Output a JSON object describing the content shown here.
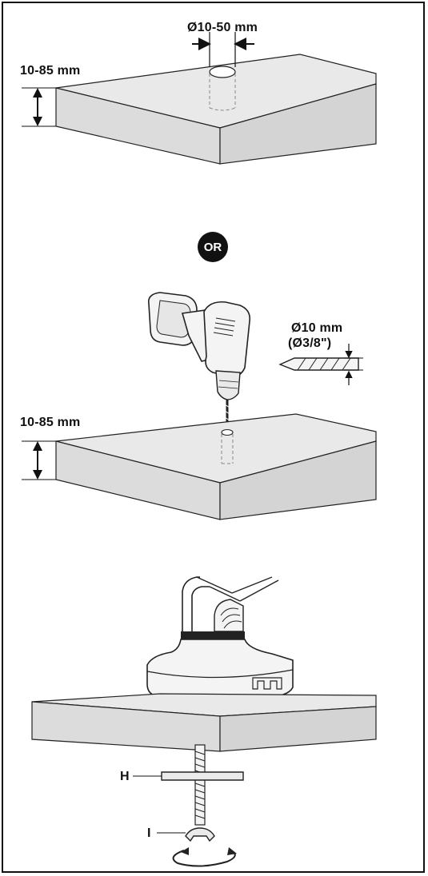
{
  "step1": {
    "hole_diameter_label": "Ø10-50 mm",
    "desk_thickness_label": "10-85 mm"
  },
  "or_badge": "OR",
  "step2": {
    "drill_bit_label_metric": "Ø10 mm",
    "drill_bit_label_imperial": "(Ø3/8\")",
    "desk_thickness_label": "10-85 mm"
  },
  "step3": {
    "part_h_label": "H",
    "part_i_label": "I"
  },
  "colors": {
    "line": "#111111",
    "desk_top": "#e6e6e6",
    "desk_side": "#d6d6d6",
    "badge": "#111111"
  }
}
